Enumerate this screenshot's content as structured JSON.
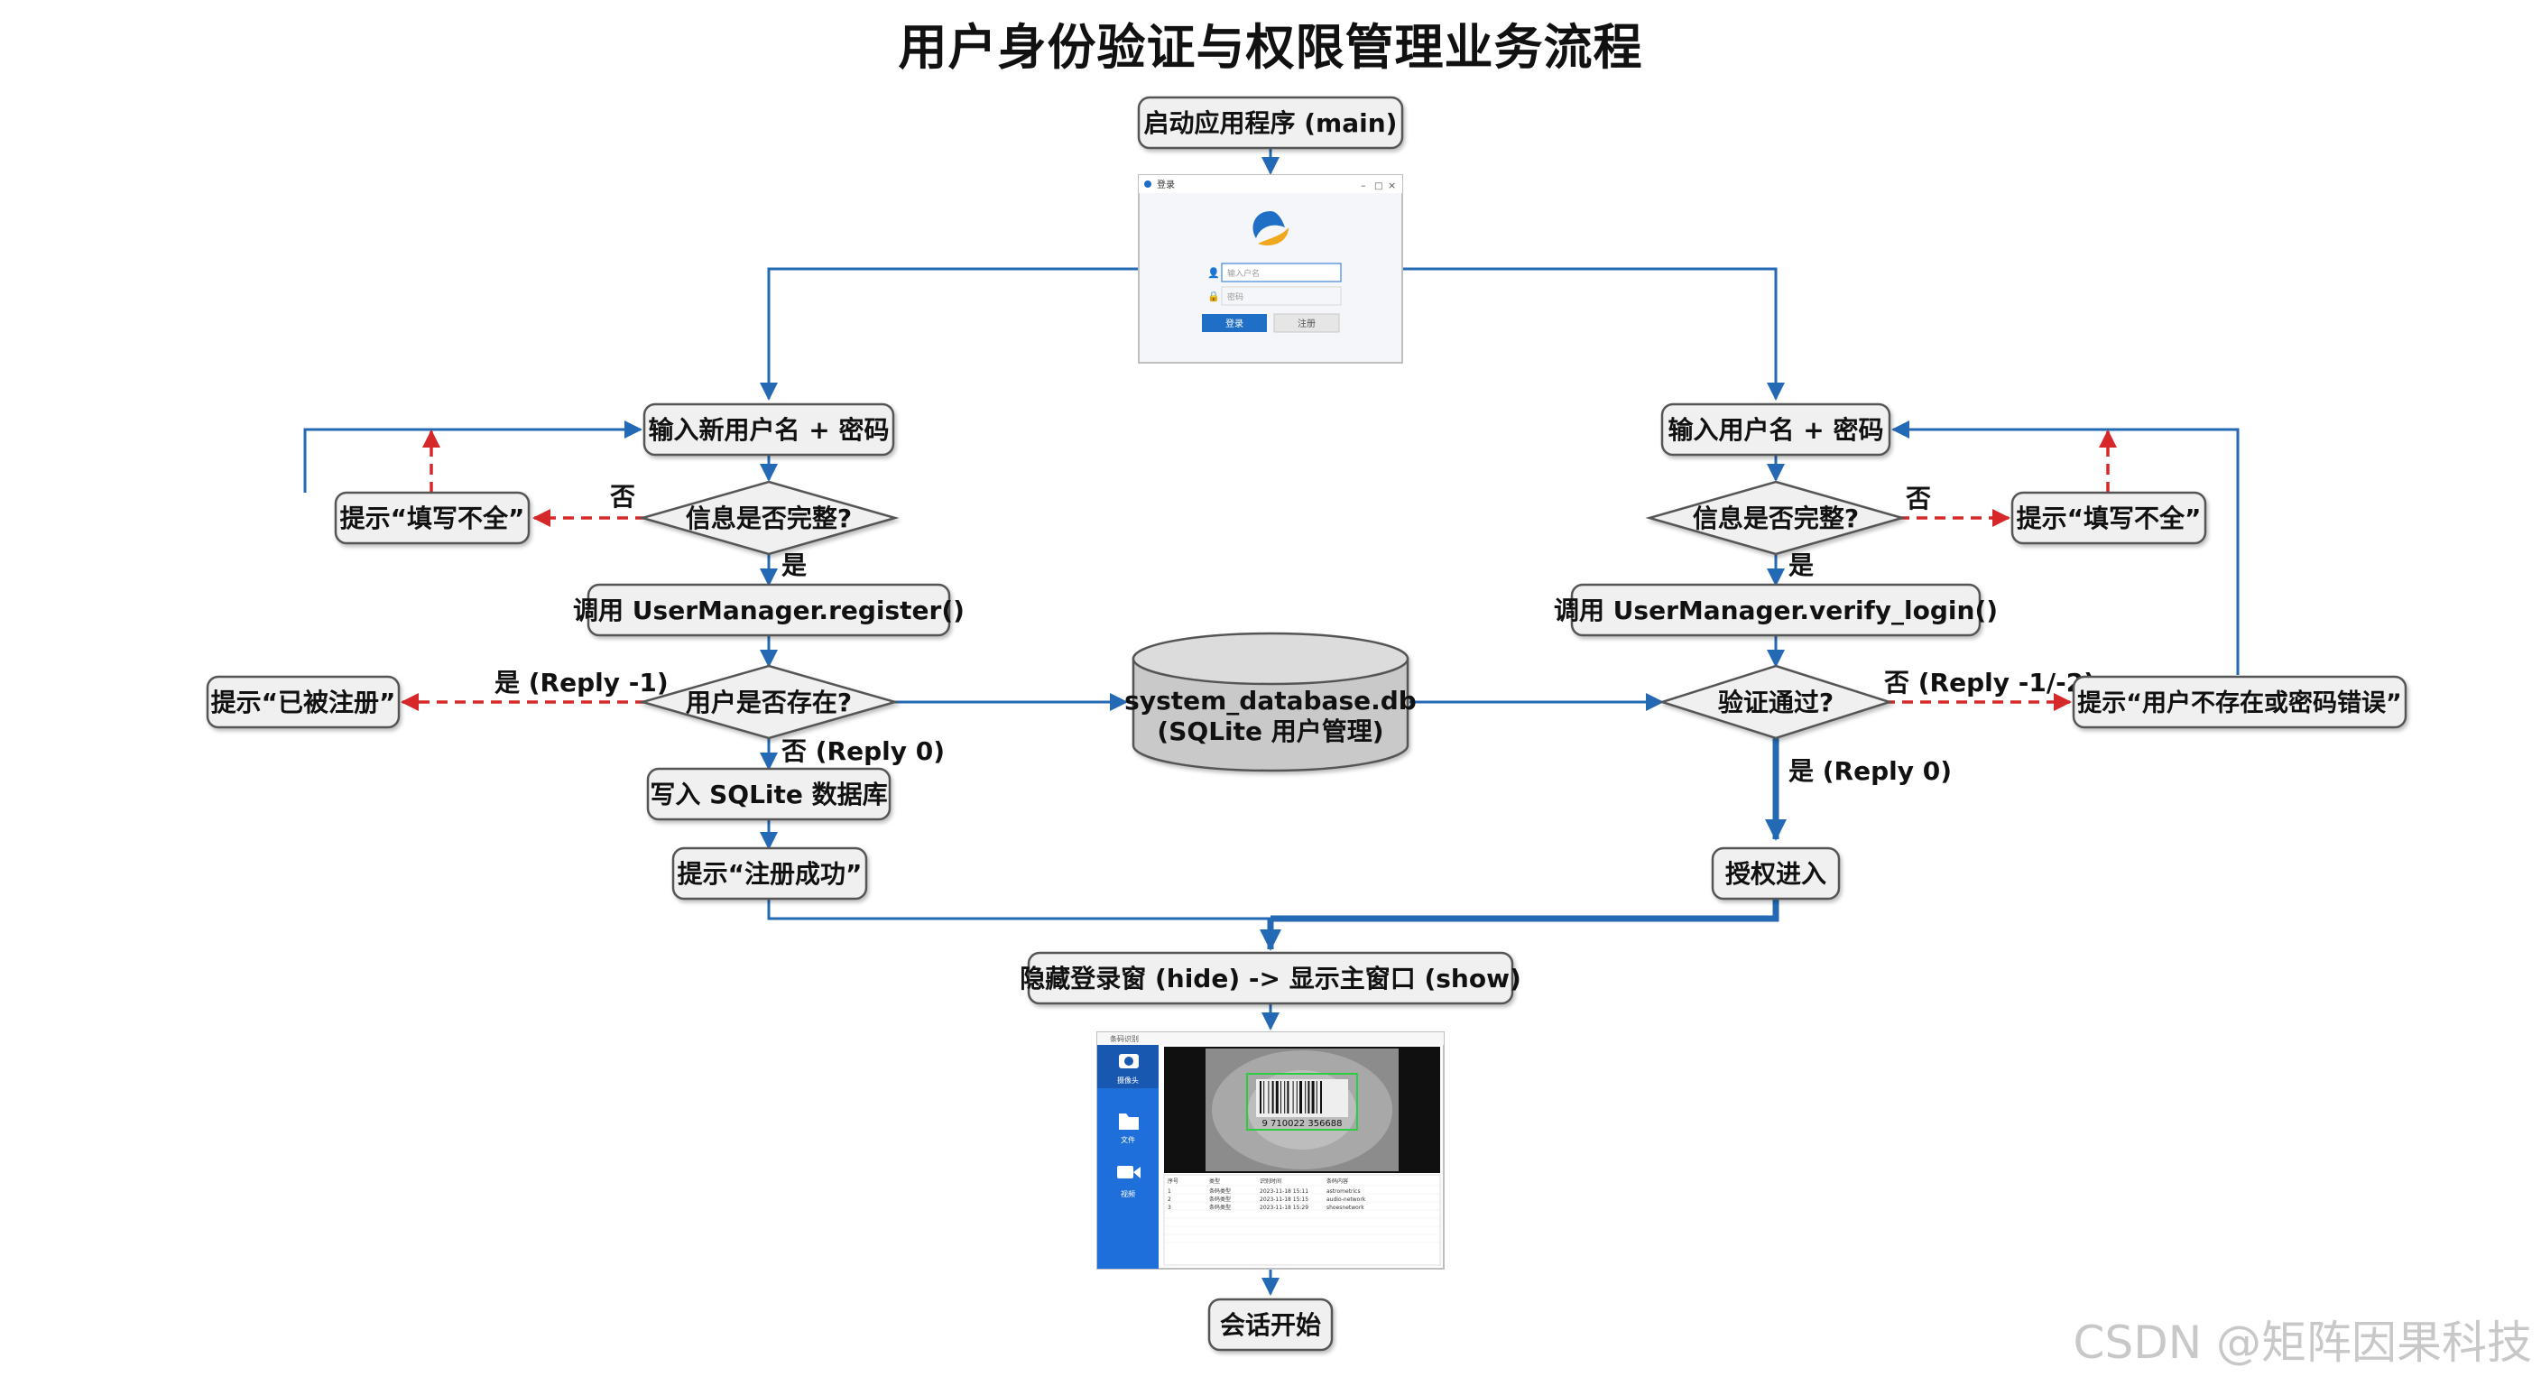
{
  "title": "用户身份验证与权限管理业务流程",
  "watermark": "CSDN @矩阵因果科技",
  "nodes": {
    "start": "启动应用程序 (main)",
    "reg_input": "输入新用户名 + 密码",
    "reg_check": "信息是否完整?",
    "reg_incomplete": "提示“填写不全”",
    "reg_call": "调用 UserManager.register()",
    "reg_exists": "用户是否存在?",
    "reg_already": "提示“已被注册”",
    "reg_write": "写入 SQLite 数据库",
    "reg_success": "提示“注册成功”",
    "db_line1": "system_database.db",
    "db_line2": "(SQLite 用户管理)",
    "login_input": "输入用户名 + 密码",
    "login_check": "信息是否完整?",
    "login_incomplete": "提示“填写不全”",
    "login_call": "调用 UserManager.verify_login()",
    "login_verify": "验证通过?",
    "login_error": "提示“用户不存在或密码错误”",
    "login_grant": "授权进入",
    "hide_show": "隐藏登录窗 (hide) -> 显示主窗口 (show)",
    "session": "会话开始"
  },
  "edge_labels": {
    "reg_no": "否",
    "reg_yes": "是",
    "reg_exists_yes": "是 (Reply -1)",
    "reg_exists_no": "否 (Reply 0)",
    "login_no": "否",
    "login_yes": "是",
    "login_fail": "否 (Reply -1/-2)",
    "login_ok": "是 (Reply 0)"
  },
  "login_window": {
    "title": "登录",
    "username_placeholder": "输入户名",
    "password_placeholder": "密码",
    "login_button": "登录",
    "register_button": "注册"
  },
  "main_window": {
    "title": "条码识别",
    "sidebar_items": [
      "摄像头",
      "文件",
      "视频"
    ],
    "barcode_text": "9 710022 356688",
    "table_headers": [
      "序号",
      "类型",
      "识别时间",
      "条码内容"
    ],
    "table_rows": [
      [
        "1",
        "条码类型",
        "2023-11-18 15:11",
        "astrometrics"
      ],
      [
        "2",
        "条码类型",
        "2023-11-18 15:15",
        "audio-network"
      ],
      [
        "3",
        "条码类型",
        "2023-11-18 15:29",
        "shoesnetwork"
      ]
    ]
  },
  "colors": {
    "flow_blue": "#2469b3",
    "error_red": "#d62828",
    "node_fill": "#f0f0f0",
    "node_border": "#555555",
    "db_fill": "#c9c9c9",
    "sidebar_blue": "#1e6fd9"
  }
}
